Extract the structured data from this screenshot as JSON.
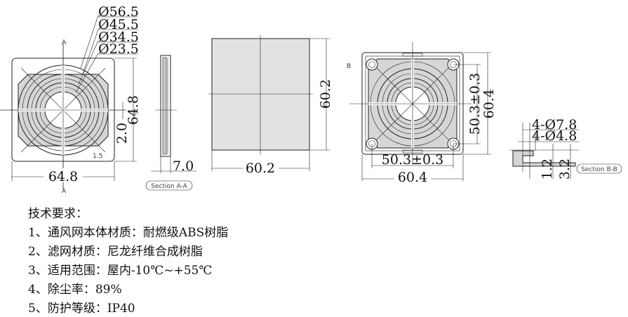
{
  "front_view": {
    "diameters": [
      "Ø56.5",
      "Ø45.5",
      "Ø34.5",
      "Ø23.5"
    ],
    "width": "64.8",
    "height": "64.8",
    "offset": "2.0",
    "corner": "1.5",
    "section_mark": "A"
  },
  "section_a": {
    "thickness": "7.0",
    "label": "Section A-A"
  },
  "filter": {
    "width": "60.2",
    "height": "60.2"
  },
  "back_view": {
    "hole_pitch_v": "50.3±0.3",
    "height": "60.4",
    "hole_pitch_h": "50.3±0.3",
    "width": "60.4",
    "section_mark": "B"
  },
  "section_b": {
    "hole_outer": "4-Ø7.8",
    "hole_inner": "4-Ø4.8",
    "dim1": "1.2",
    "dim2": "3.2",
    "label": "Section B-B"
  },
  "notes": {
    "title": "技术要求：",
    "items": [
      "1、通风网本体材质：耐燃级ABS树脂",
      "2、滤网材质：尼龙纤维合成树脂",
      "3、适用范围：屋内-10℃~+55℃",
      "4、除尘率：89%",
      "5、防护等级：IP40"
    ]
  }
}
